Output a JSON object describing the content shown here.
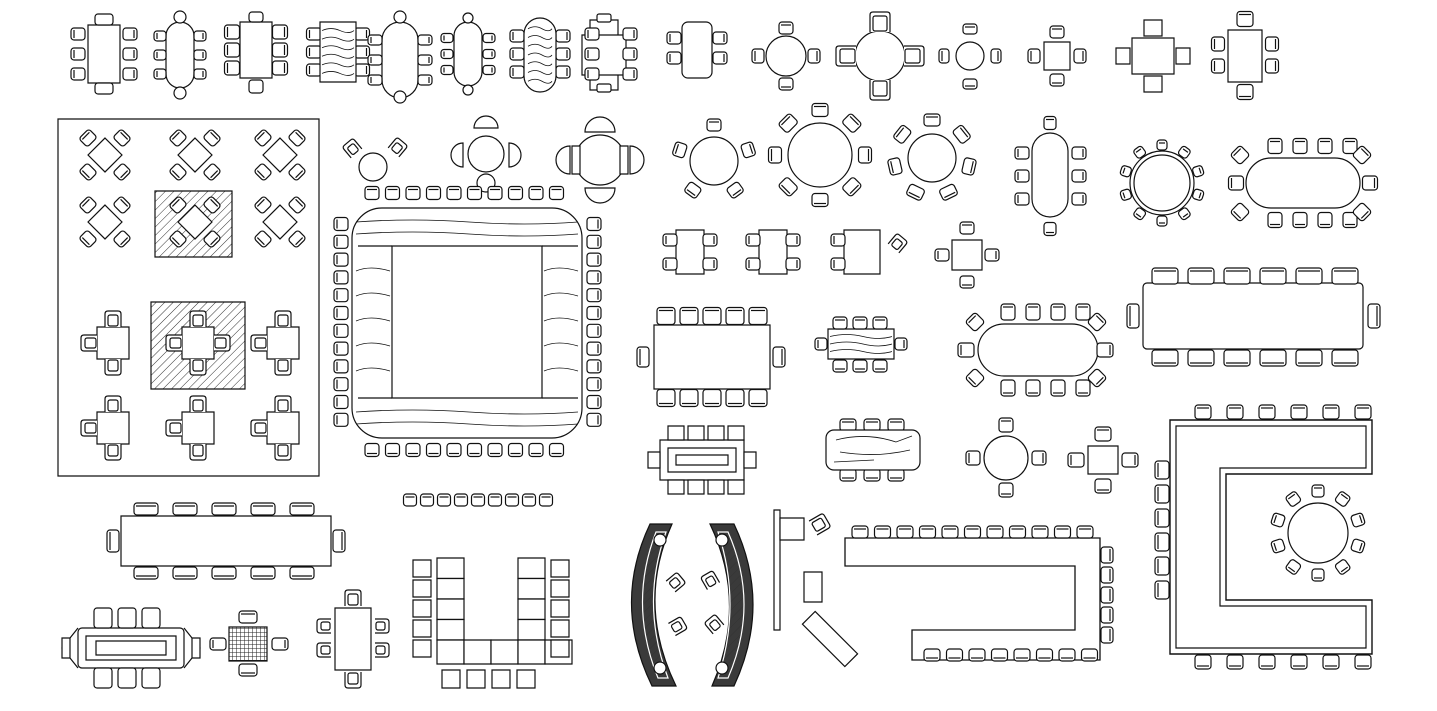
{
  "sheet": {
    "kind": "CAD furniture block sheet",
    "background": "#ffffff",
    "line_color": "#111111",
    "hatch_color": "#333333",
    "dark_fill": "#3a3a3a"
  },
  "blocks": [
    {
      "name": "rect-table-6-chairs"
    },
    {
      "name": "oval-table-6-chairs"
    },
    {
      "name": "rect-table-6-chairs-b"
    },
    {
      "name": "wood-table-6-chairs"
    },
    {
      "name": "oval-table-8-chairs"
    },
    {
      "name": "oval-table-6-chairs-b"
    },
    {
      "name": "wood-oval-table-6-chairs"
    },
    {
      "name": "cross-table-6-chairs"
    },
    {
      "name": "rect-table-4-chairs"
    },
    {
      "name": "round-table-4-chairs"
    },
    {
      "name": "round-table-4-armchairs"
    },
    {
      "name": "round-table-4-chairs-small"
    },
    {
      "name": "square-table-4-chairs"
    },
    {
      "name": "square-table-4-chairs-b"
    },
    {
      "name": "square-table-4-chairs-c"
    },
    {
      "name": "cafe-layout-panel"
    },
    {
      "name": "round-table-3-chairs"
    },
    {
      "name": "round-table-4-chairs-c"
    },
    {
      "name": "round-table-4-armchairs-b"
    },
    {
      "name": "square-conference-table"
    },
    {
      "name": "round-table-5-chairs"
    },
    {
      "name": "round-table-8-chairs"
    },
    {
      "name": "round-table-7-chairs"
    },
    {
      "name": "oval-table-10-chairs"
    },
    {
      "name": "round-table-10-chairs"
    },
    {
      "name": "oval-table-12-chairs"
    },
    {
      "name": "rect-table-12-chairs"
    },
    {
      "name": "rect-table-10-chairs"
    },
    {
      "name": "wood-rect-table-8-chairs"
    },
    {
      "name": "oval-table-14-chairs"
    },
    {
      "name": "rect-table-4-chairs-row"
    },
    {
      "name": "square-table-4-chairs-d"
    },
    {
      "name": "rect-conference-table-12"
    },
    {
      "name": "wood-table-6-chairs-b"
    },
    {
      "name": "round-table-4-chairs-d"
    },
    {
      "name": "square-table-4-chairs-e"
    },
    {
      "name": "u-shape-conference-table"
    },
    {
      "name": "long-table-10-chairs"
    },
    {
      "name": "chair-row"
    },
    {
      "name": "u-shape-desk-layout"
    },
    {
      "name": "curved-reception-desks"
    },
    {
      "name": "office-desk-set"
    },
    {
      "name": "l-shape-conference-table"
    },
    {
      "name": "ornate-table-6-chairs"
    },
    {
      "name": "mesh-table-4-chairs"
    },
    {
      "name": "rect-table-6-armchairs"
    }
  ]
}
